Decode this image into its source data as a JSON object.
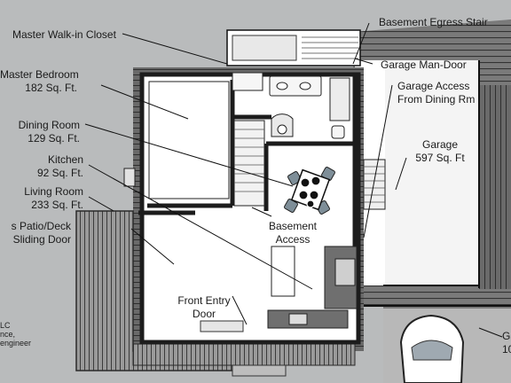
{
  "labels": {
    "master_closet": "Master Walk-in Closet",
    "basement_egress": "Basement Egress Stair",
    "garage_man_door": "Garage Man-Door",
    "master_bedroom": [
      "Master Bedroom",
      "182 Sq. Ft."
    ],
    "garage_access": [
      "Garage Access",
      "From Dining Rm"
    ],
    "dining_room": [
      "Dining Room",
      "129 Sq. Ft."
    ],
    "garage": [
      "Garage",
      "597 Sq. Ft"
    ],
    "kitchen": [
      "Kitchen",
      "92 Sq. Ft."
    ],
    "living_room": [
      "Living Room",
      "233 Sq. Ft."
    ],
    "patio_deck": [
      "s Patio/Deck",
      "Sliding Door"
    ],
    "basement_access": [
      "Basement",
      "Access"
    ],
    "front_entry": [
      "Front Entry",
      "Door"
    ],
    "partial_right": [
      "Ga",
      "10"
    ],
    "footer_partial": [
      "LC",
      "nce,",
      "engineer"
    ]
  },
  "colors": {
    "background": "#b9bbbc",
    "floor": "#ffffff",
    "wall": "#1c1c1c",
    "siding": "#5d5d5d",
    "deck": "#8c8c8c",
    "leader": "#111111"
  }
}
